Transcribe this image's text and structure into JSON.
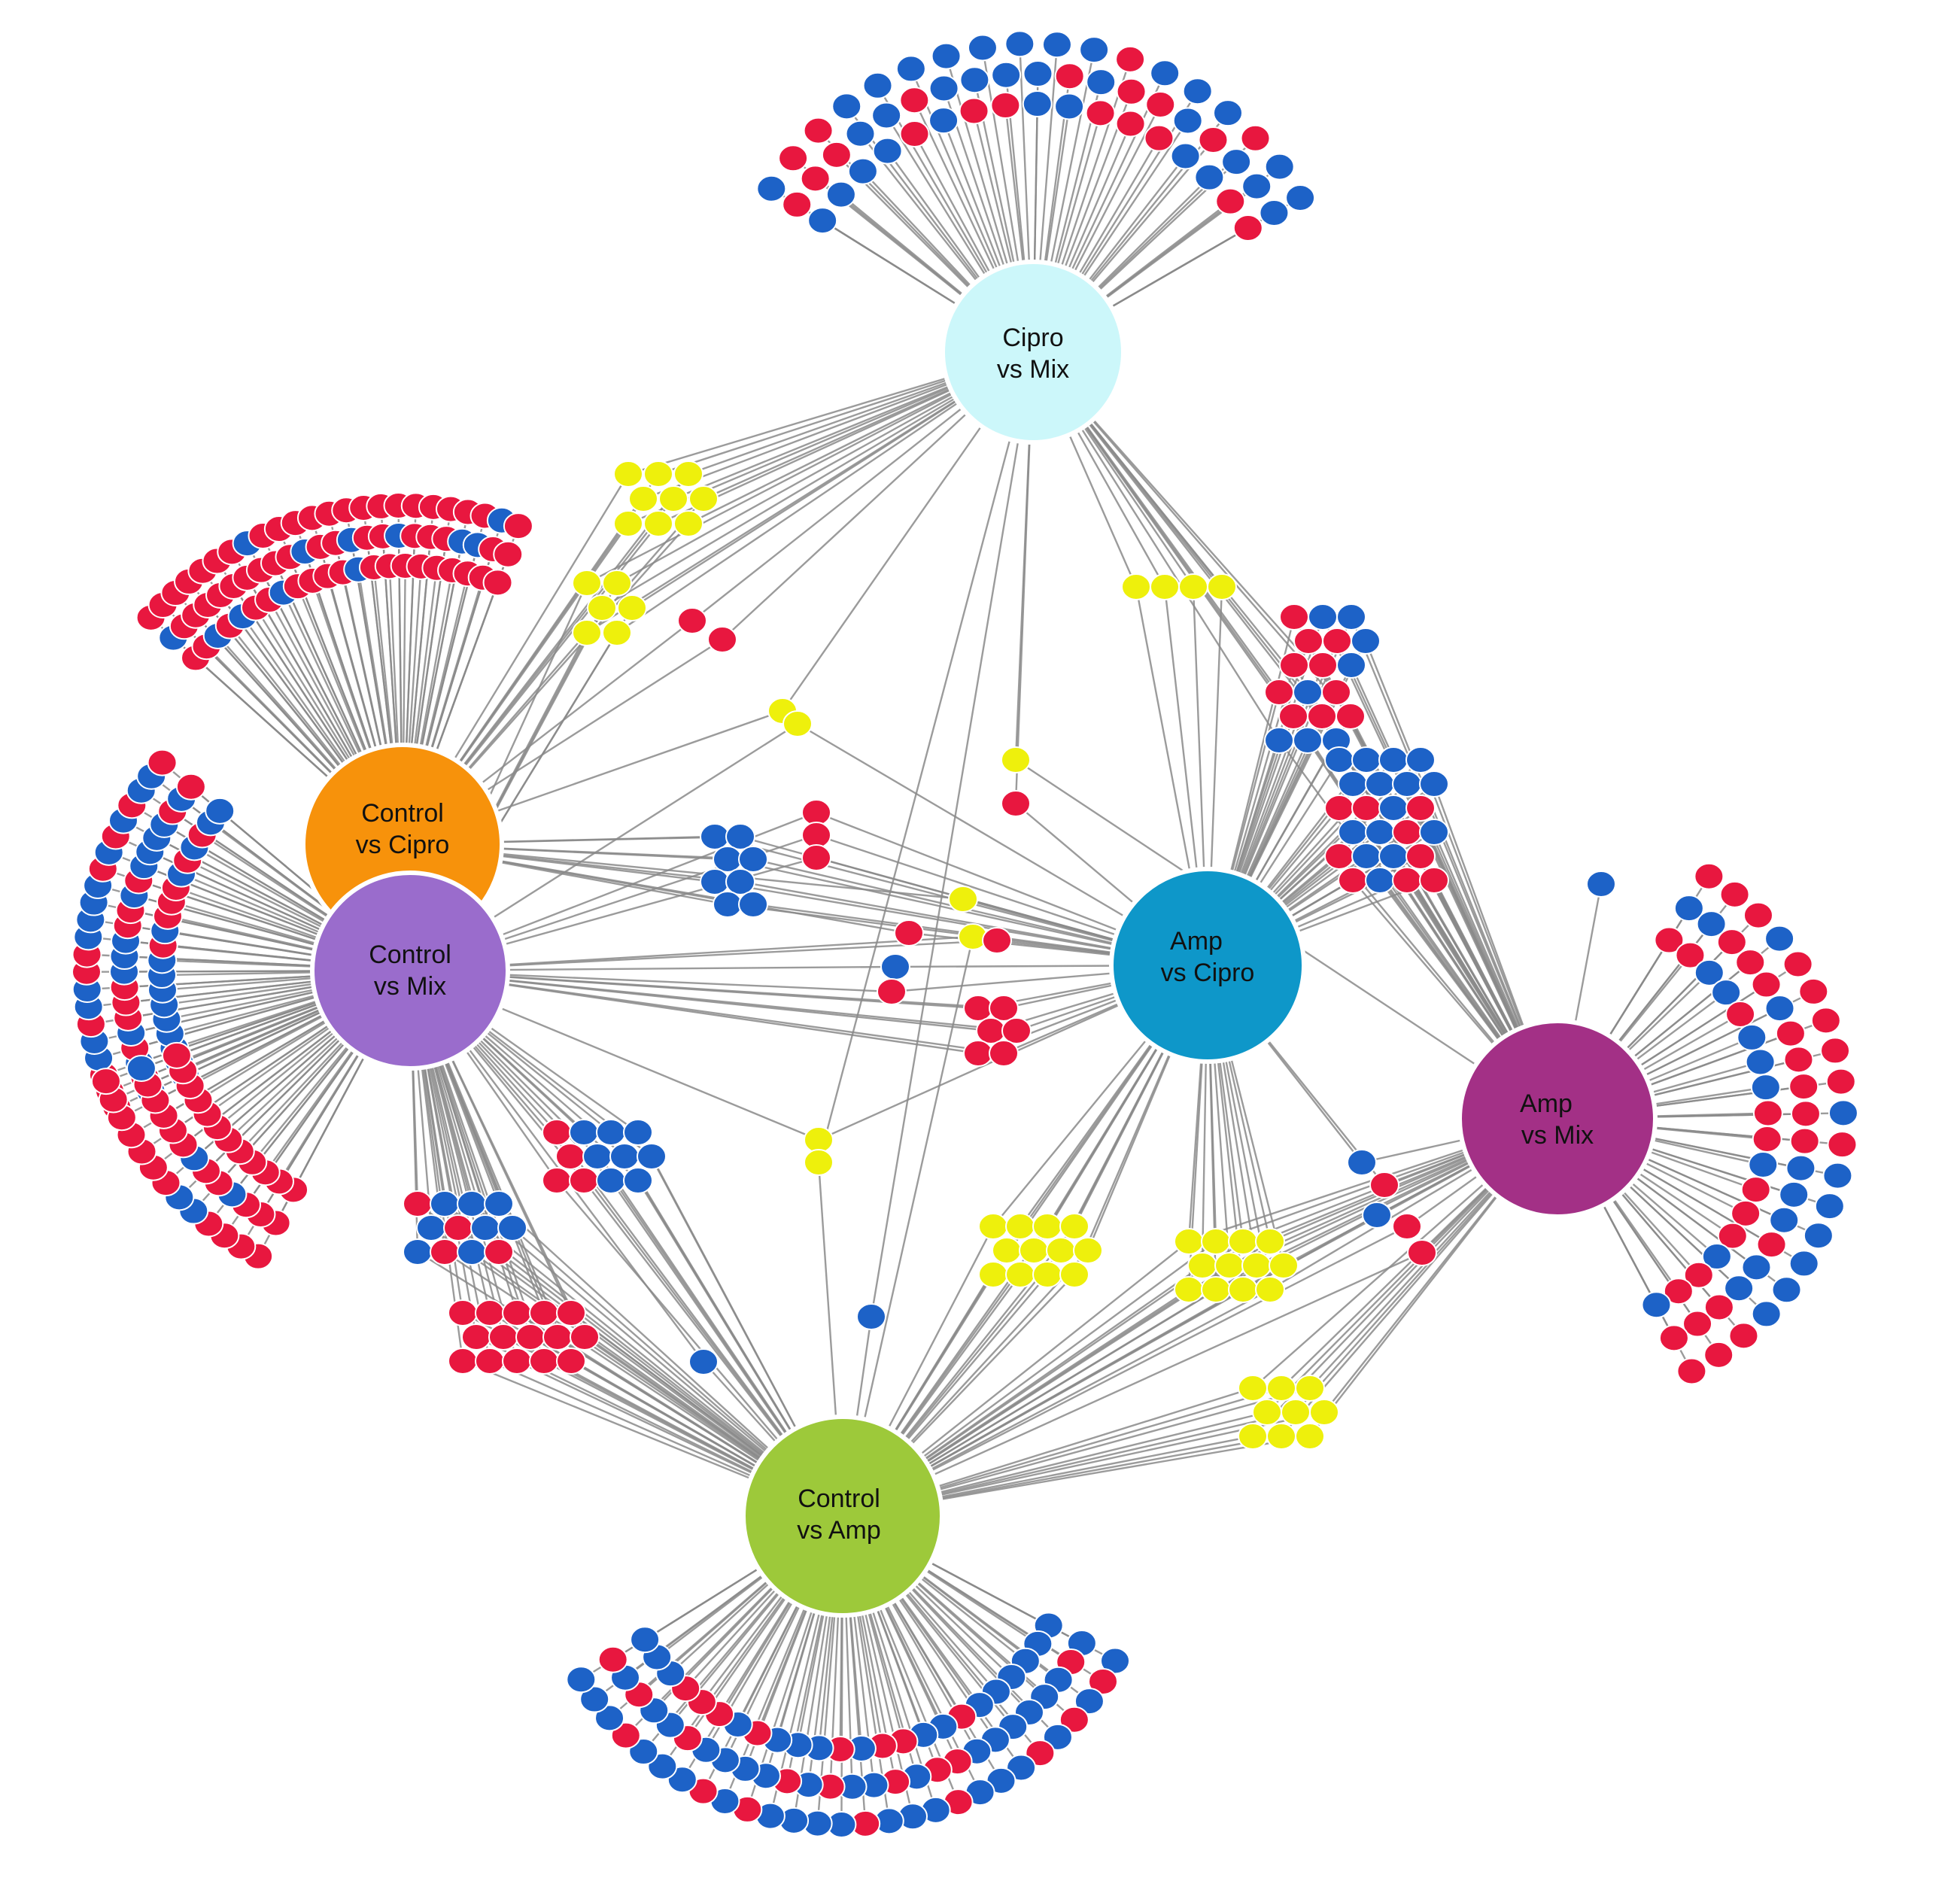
{
  "diagram": {
    "type": "network",
    "colors": {
      "red": "#e8173f",
      "blue": "#1d62c7",
      "yellow": "#eef00c",
      "edge": "#8a8a8a"
    },
    "hubs": [
      {
        "id": "cipro-mix",
        "line1": "Cipro",
        "line2": "vs Mix",
        "color": "#ccf7fa"
      },
      {
        "id": "control-cipro",
        "line1": "Control",
        "line2": "vs Cipro",
        "color": "#f7920b"
      },
      {
        "id": "control-mix",
        "line1": "Control",
        "line2": "vs Mix",
        "color": "#9a6ccc"
      },
      {
        "id": "amp-cipro",
        "line1": "Amp",
        "line2": "vs Cipro",
        "color": "#0e97c9"
      },
      {
        "id": "amp-mix",
        "line1": "Amp",
        "line2": "vs Mix",
        "color": "#a33086"
      },
      {
        "id": "control-amp",
        "line1": "Control",
        "line2": "vs Amp",
        "color": "#9dc93a"
      }
    ]
  }
}
